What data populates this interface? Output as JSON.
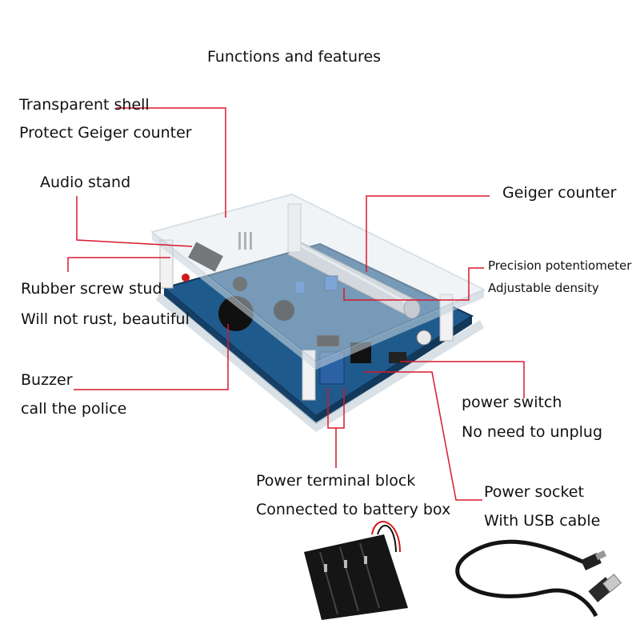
{
  "title": "Functions and features",
  "labels": {
    "transparent_shell": "Transparent shell",
    "protect_geiger": "Protect Geiger counter",
    "audio_stand": "Audio stand",
    "rubber_stud": "Rubber screw stud",
    "no_rust": "Will not rust, beautiful",
    "buzzer": "Buzzer",
    "call_police": "call the police",
    "geiger_counter": "Geiger counter",
    "precision_pot": "Precision potentiometer",
    "adjustable_density": "Adjustable density",
    "power_switch": "power switch",
    "no_unplug": "No need to unplug",
    "power_terminal": "Power terminal block",
    "battery_box": "Connected to battery box",
    "power_socket": "Power socket",
    "usb_cable": "With USB cable"
  },
  "colors": {
    "leader_line": "#d9182b",
    "pcb": "#1f5a8c",
    "acrylic": "#dfe8ee",
    "battery_holder": "#151515"
  }
}
